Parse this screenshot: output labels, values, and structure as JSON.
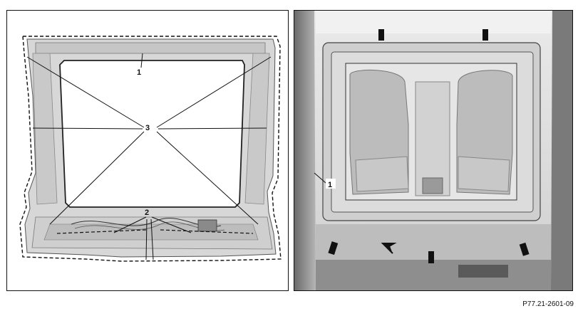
{
  "figure_code": "P77.21-2601-09",
  "left_panel": {
    "callouts": [
      "1",
      "2",
      "3"
    ]
  },
  "right_panel": {
    "callouts": [
      "1"
    ]
  }
}
